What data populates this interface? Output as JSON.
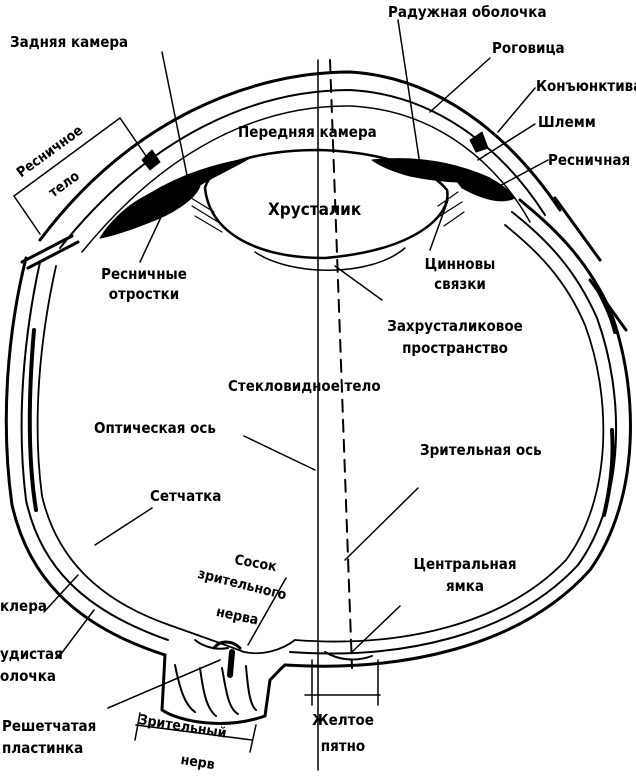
{
  "colors": {
    "ink": "#000000",
    "paper": "#ffffff"
  },
  "labels": {
    "posterior_chamber": "Задняя камера",
    "iris": "Радужная оболочка",
    "cornea": "Роговица",
    "conjunctiva": "Конъюнктива",
    "schlemm_canal": "Шлемм",
    "ciliary_muscle": "Ресничная",
    "ciliary_body_1": "Ресничное",
    "ciliary_body_2": "тело",
    "anterior_chamber": "Передняя камера",
    "lens": "Хрусталик",
    "ciliary_processes_1": "Ресничные",
    "ciliary_processes_2": "отростки",
    "zonule_1": "Цинновы",
    "zonule_2": "связки",
    "retrolental_1": "Захрусталиковое",
    "retrolental_2": "пространство",
    "vitreous_body": "Стекловидное тело",
    "optical_axis": "Оптическая ось",
    "visual_axis": "Зрительная ось",
    "retina": "Сетчатка",
    "sclera": "клера",
    "choroid_1": "удистая",
    "choroid_2": "олочка",
    "optic_papilla_1": "Сосок",
    "optic_papilla_2": "зрительного",
    "optic_papilla_3": "нерва",
    "fovea_1": "Центральная",
    "fovea_2": "ямка",
    "lamina_cribrosa_1": "Решетчатая",
    "lamina_cribrosa_2": "пластинка",
    "optic_nerve_1": "Зрительный",
    "optic_nerve_2": "нерв",
    "macula_1": "Желтое",
    "macula_2": "пятно"
  }
}
